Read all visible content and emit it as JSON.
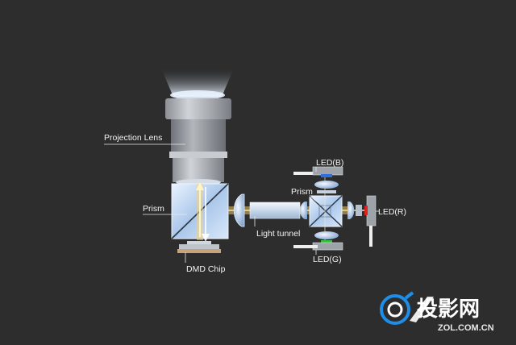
{
  "labels": {
    "projection_lens": "Projection Lens",
    "prism_main": "Prism",
    "light_tunnel": "Light tunnel",
    "dmd_chip": "DMD Chip",
    "prism_small": "Prism",
    "led_b": "LED(B)",
    "led_r": "LED(R)",
    "led_g": "LED(G)"
  },
  "watermark": {
    "brand_cn": "投影网",
    "site": "ZOL.COM.CN"
  },
  "colors": {
    "background": "#2d2d2d",
    "led_blue": "#2f6fe0",
    "led_red": "#e02020",
    "led_green": "#35c23a",
    "light_beam": "#e8c36a",
    "watermark_blue": "#1e8ee8"
  }
}
